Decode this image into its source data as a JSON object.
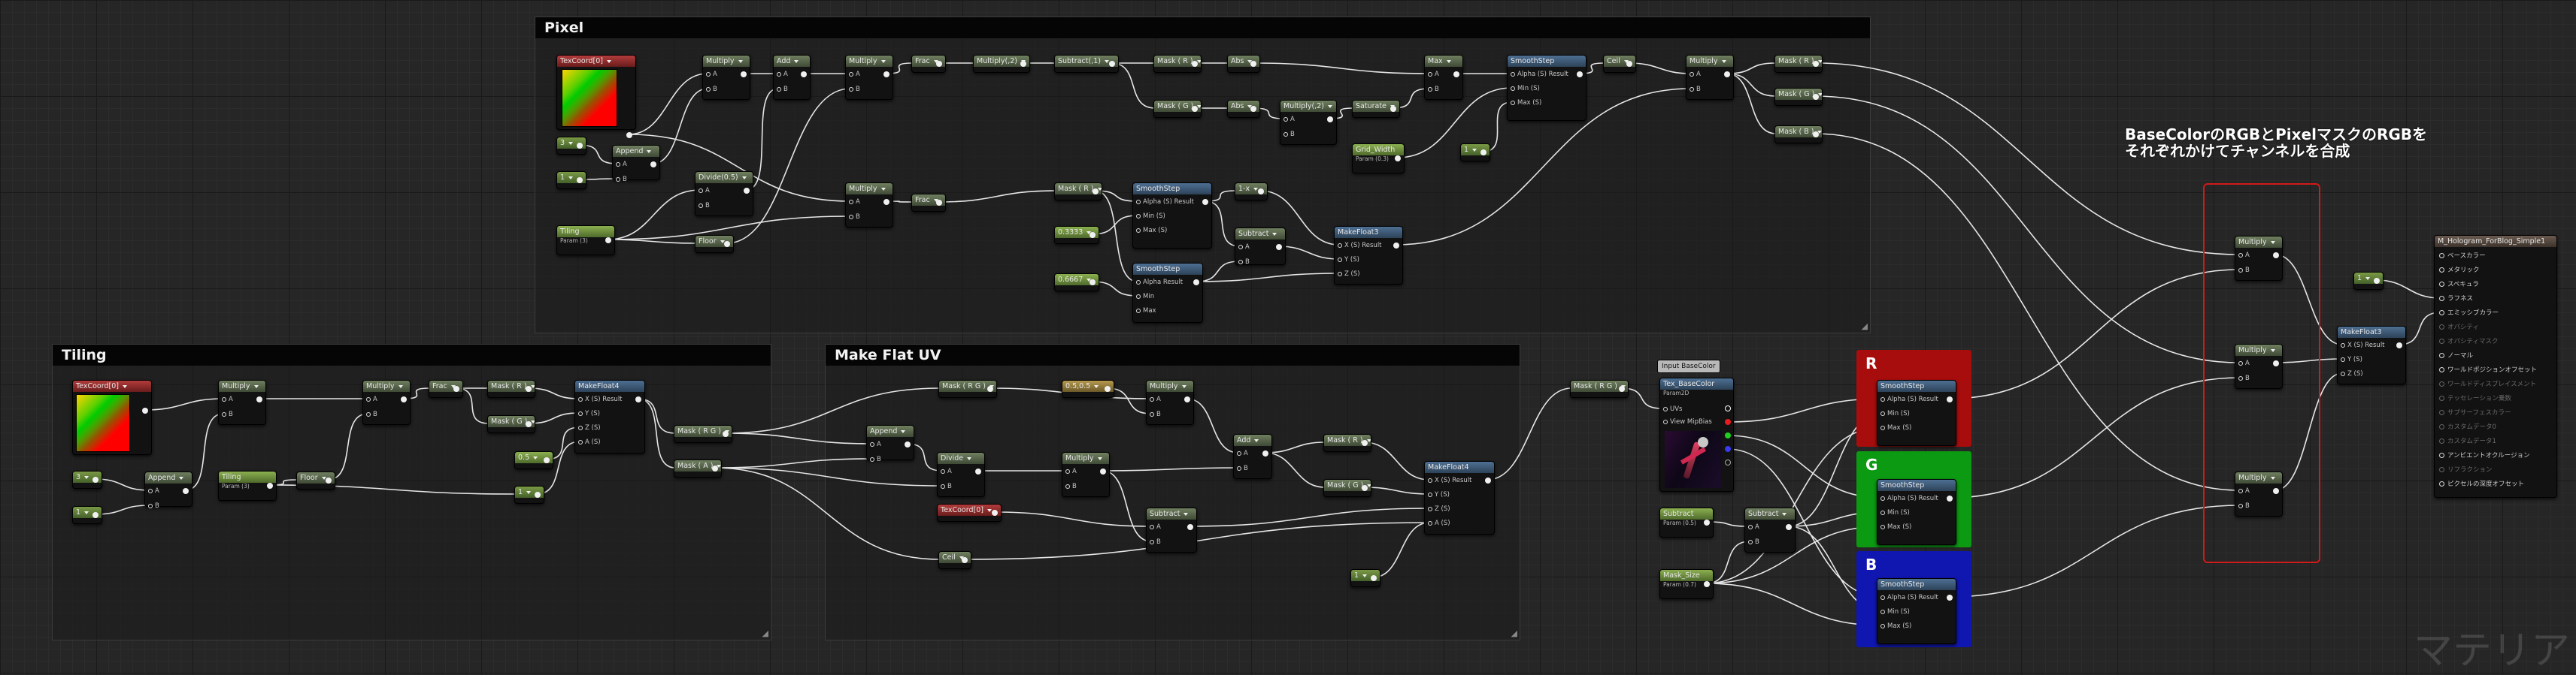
{
  "comments": {
    "pixel": "Pixel",
    "tiling": "Tiling",
    "make_flat_uv": "Make Flat UV"
  },
  "annotation": {
    "line1": "BaseColorのRGBとPixelマスクのRGBを",
    "line2": "それぞれかけてチャンネルを合成"
  },
  "watermark": "マテリア",
  "channel_boxes": {
    "r": "R",
    "g": "G",
    "b": "B"
  },
  "input_label": "Input BaseColor",
  "texture_node": {
    "title": "Tex_BaseColor",
    "sub": "Param2D",
    "pins": [
      "UVs",
      "View MipBias"
    ]
  },
  "result_node": {
    "title": "M_Hologram_ForBlog_Simple1",
    "pins": [
      {
        "label": "ベースカラー",
        "active": true
      },
      {
        "label": "メタリック",
        "active": true
      },
      {
        "label": "スペキュラ",
        "active": true
      },
      {
        "label": "ラフネス",
        "active": true
      },
      {
        "label": "エミッシブカラー",
        "active": true
      },
      {
        "label": "オパシティ",
        "active": false
      },
      {
        "label": "オパシティマスク",
        "active": false
      },
      {
        "label": "ノーマル",
        "active": true
      },
      {
        "label": "ワールドポジションオフセット",
        "active": true
      },
      {
        "label": "ワールドディスプレイスメント",
        "active": false
      },
      {
        "label": "テッセレーション乗数",
        "active": false
      },
      {
        "label": "サブサーフェスカラー",
        "active": false
      },
      {
        "label": "カスタムデータ0",
        "active": false
      },
      {
        "label": "カスタムデータ1",
        "active": false
      },
      {
        "label": "アンビエントオクルージョン",
        "active": true
      },
      {
        "label": "リフラクション",
        "active": false
      },
      {
        "label": "ピクセルの深度オフセット",
        "active": true
      }
    ]
  },
  "pin_labels": {
    "a": "A",
    "b": "B",
    "alpha_result": "Alpha (S) Result",
    "alpha_result_short": "Alpha Result",
    "min_s": "Min (S)",
    "max_s": "Max (S)",
    "min": "Min",
    "max": "Max",
    "x_result": "X (S) Result",
    "y": "Y (S)",
    "z": "Z (S)",
    "w": "A (S)"
  },
  "nodes": {
    "pix_texcoord": "TexCoord[0]",
    "pix_const3": "3",
    "pix_const1": "1",
    "pix_append": "Append",
    "pix_tiling": "Tiling",
    "pix_tiling_sub": "Param (3)",
    "pix_mul1": "Multiply",
    "pix_add": "Add",
    "pix_divide": "Divide(0.5)",
    "pix_floor": "Floor",
    "pix_mul2": "Multiply",
    "pix_frac": "Frac",
    "pix_mul3": "Multiply(,2)",
    "pix_sub1": "Subtract(,1)",
    "pix_mask_r1": "Mask ( R )",
    "pix_abs1": "Abs",
    "pix_mask_g1": "Mask ( G )",
    "pix_abs2": "Abs",
    "pix_mul4": "Multiply(,2)",
    "pix_saturate": "Saturate",
    "pix_grid_width": "Grid_Width",
    "pix_grid_width_sub": "Param (0.3)",
    "pix_max": "Max",
    "pix_smooth1": "SmoothStep",
    "pix_const_1b": "1",
    "pix_ceil": "Ceil",
    "pix_mul5": "Multiply",
    "pix_mask_r_out": "Mask ( R )",
    "pix_mask_g_out": "Mask ( G )",
    "pix_mask_b_out": "Mask ( B )",
    "pix_mul6": "Multiply",
    "pix_frac2": "Frac",
    "pix_mask_r2": "Mask ( R )",
    "pix_smooth2": "SmoothStep",
    "pix_c3333": "0.3333",
    "pix_c6667": "0.6667",
    "pix_smooth3": "SmoothStep",
    "pix_1minus": "1-x",
    "pix_subtract": "Subtract",
    "pix_makefloat3": "MakeFloat3",
    "til_texcoord": "TexCoord[0]",
    "til_const3": "3",
    "til_const1": "1",
    "til_append": "Append",
    "til_mul1": "Multiply",
    "til_tiling": "Tiling",
    "til_tiling_sub": "Param (3)",
    "til_floor": "Floor",
    "til_mul2": "Multiply",
    "til_frac": "Frac",
    "til_mask_r": "Mask ( R )",
    "til_mask_g": "Mask ( G )",
    "til_const05": "0.5",
    "til_const1b": "1",
    "til_makefloat4": "MakeFloat4",
    "til_mask_rg": "Mask ( R G )",
    "til_mask_a": "Mask ( A )",
    "mf_mask_rg1": "Mask ( R G )",
    "mf_append": "Append",
    "mf_divide": "Divide",
    "mf_const": "0.5,0.5",
    "mf_multiply": "Multiply",
    "mf_multiply2": "Multiply",
    "mf_texcoord": "TexCoord[0]",
    "mf_add": "Add",
    "mf_mask_r": "Mask ( R )",
    "mf_mask_g": "Mask ( G )",
    "mf_subtract": "Subtract",
    "mf_ceil": "Ceil",
    "mf_makefloat4": "MakeFloat4",
    "mf_const1": "1",
    "mf_mask_rg_out": "Mask ( R G )",
    "ch_subtract": "Subtract",
    "ch_subtract_sub": "Param (0.5)",
    "ch_mask_size": "Mask_Size",
    "ch_mask_size_sub": "Param (0.7)",
    "ch_subtract2": "Subtract",
    "ch_smooth_r": "SmoothStep",
    "ch_smooth_g": "SmoothStep",
    "ch_smooth_b": "SmoothStep",
    "fin_mul1": "Multiply",
    "fin_mul2": "Multiply",
    "fin_mul3": "Multiply",
    "fin_makefloat3": "MakeFloat3",
    "fin_const1": "1"
  }
}
